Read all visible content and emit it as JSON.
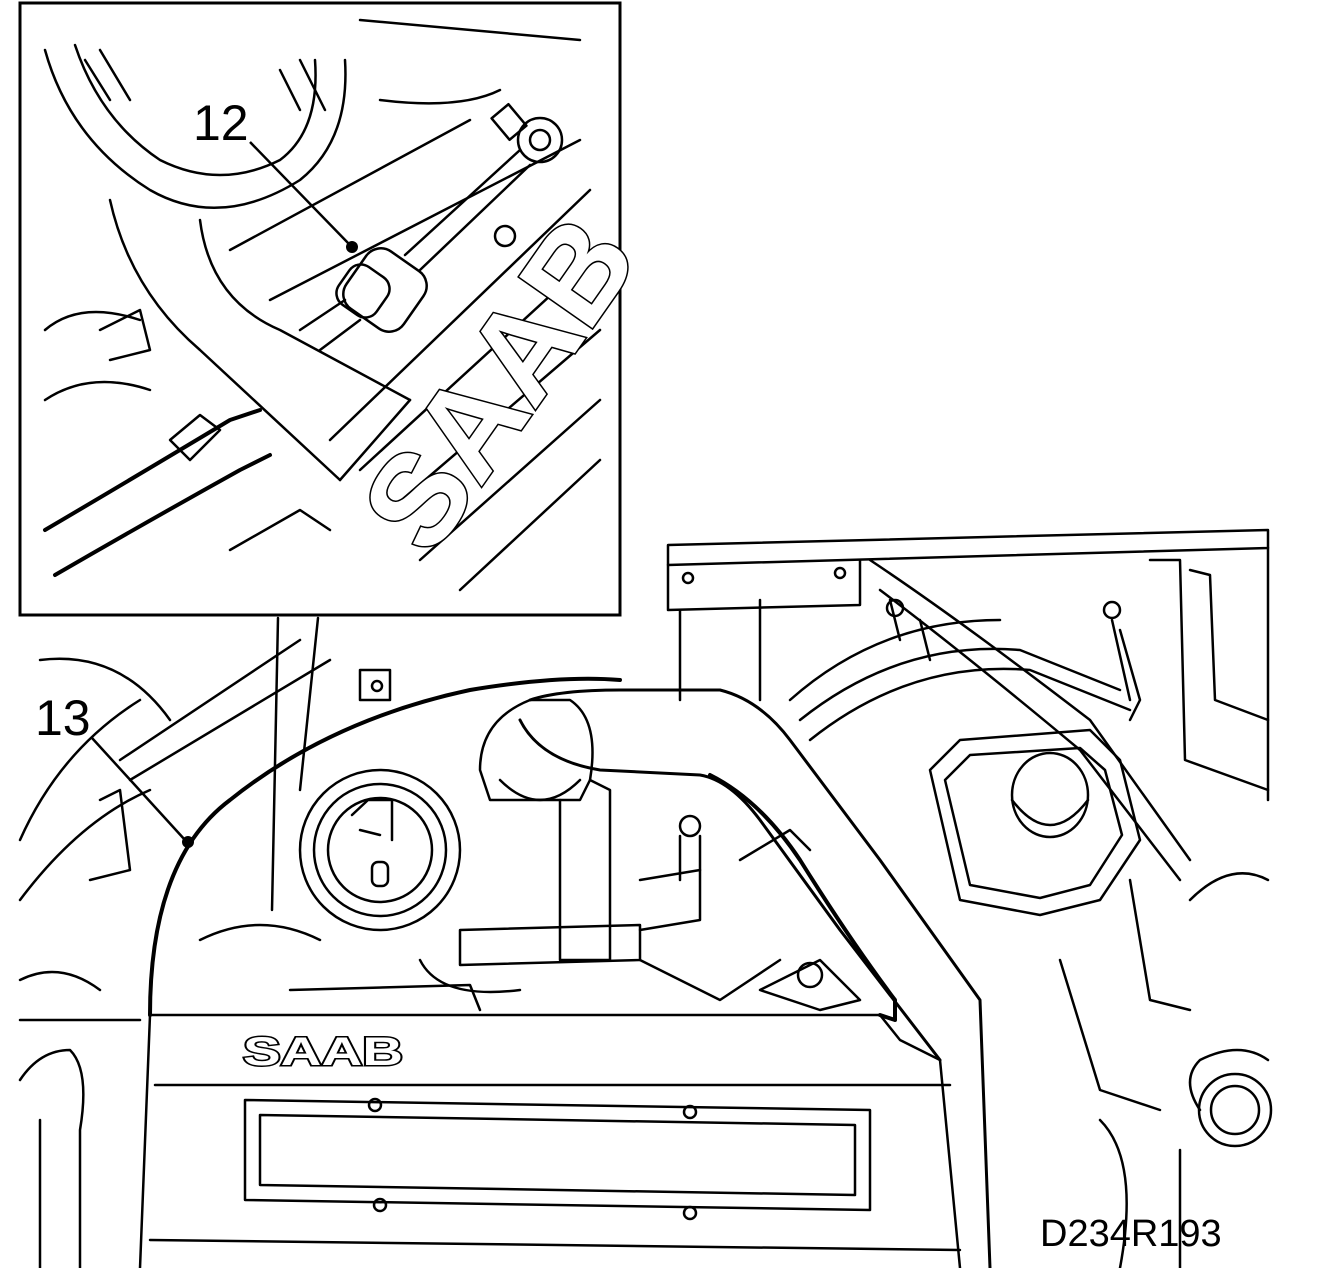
{
  "figure_id": "D234R193",
  "callouts": [
    {
      "number": "12",
      "target": "hose-connection-detail"
    },
    {
      "number": "13",
      "target": "vacuum-hose"
    }
  ],
  "engine_cover_brand": "SAAB",
  "detail_inset_brand": "SAAB",
  "colors": {
    "ink": "#000000",
    "paper": "#ffffff"
  }
}
